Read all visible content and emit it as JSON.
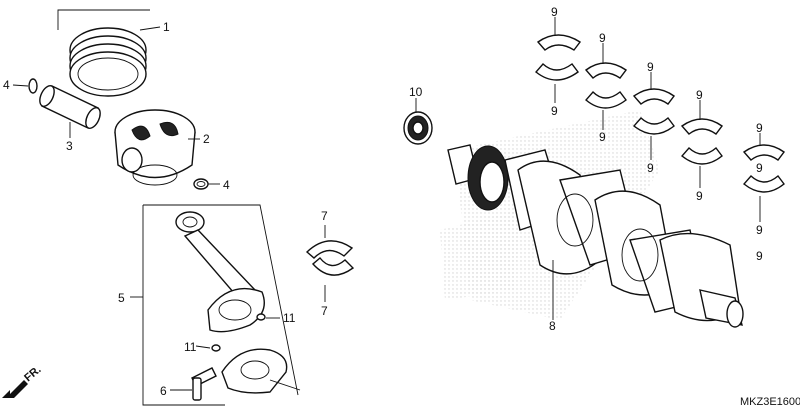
{
  "callouts": {
    "c1": "1",
    "c2": "2",
    "c3": "3",
    "c4a": "4",
    "c4b": "4",
    "c5": "5",
    "c6": "6",
    "c7a": "7",
    "c7b": "7",
    "c8": "8",
    "c9": [
      "9",
      "9",
      "9",
      "9",
      "9",
      "9",
      "9",
      "9",
      "9",
      "9",
      "9",
      "9"
    ],
    "c10": "10",
    "c11a": "11",
    "c11b": "11"
  },
  "direction_marker": "FR.",
  "diagram_code": "MKZ3E1600",
  "colors": {
    "line": "#111111",
    "background": "#ffffff",
    "watermark": "#cfcfcf"
  }
}
